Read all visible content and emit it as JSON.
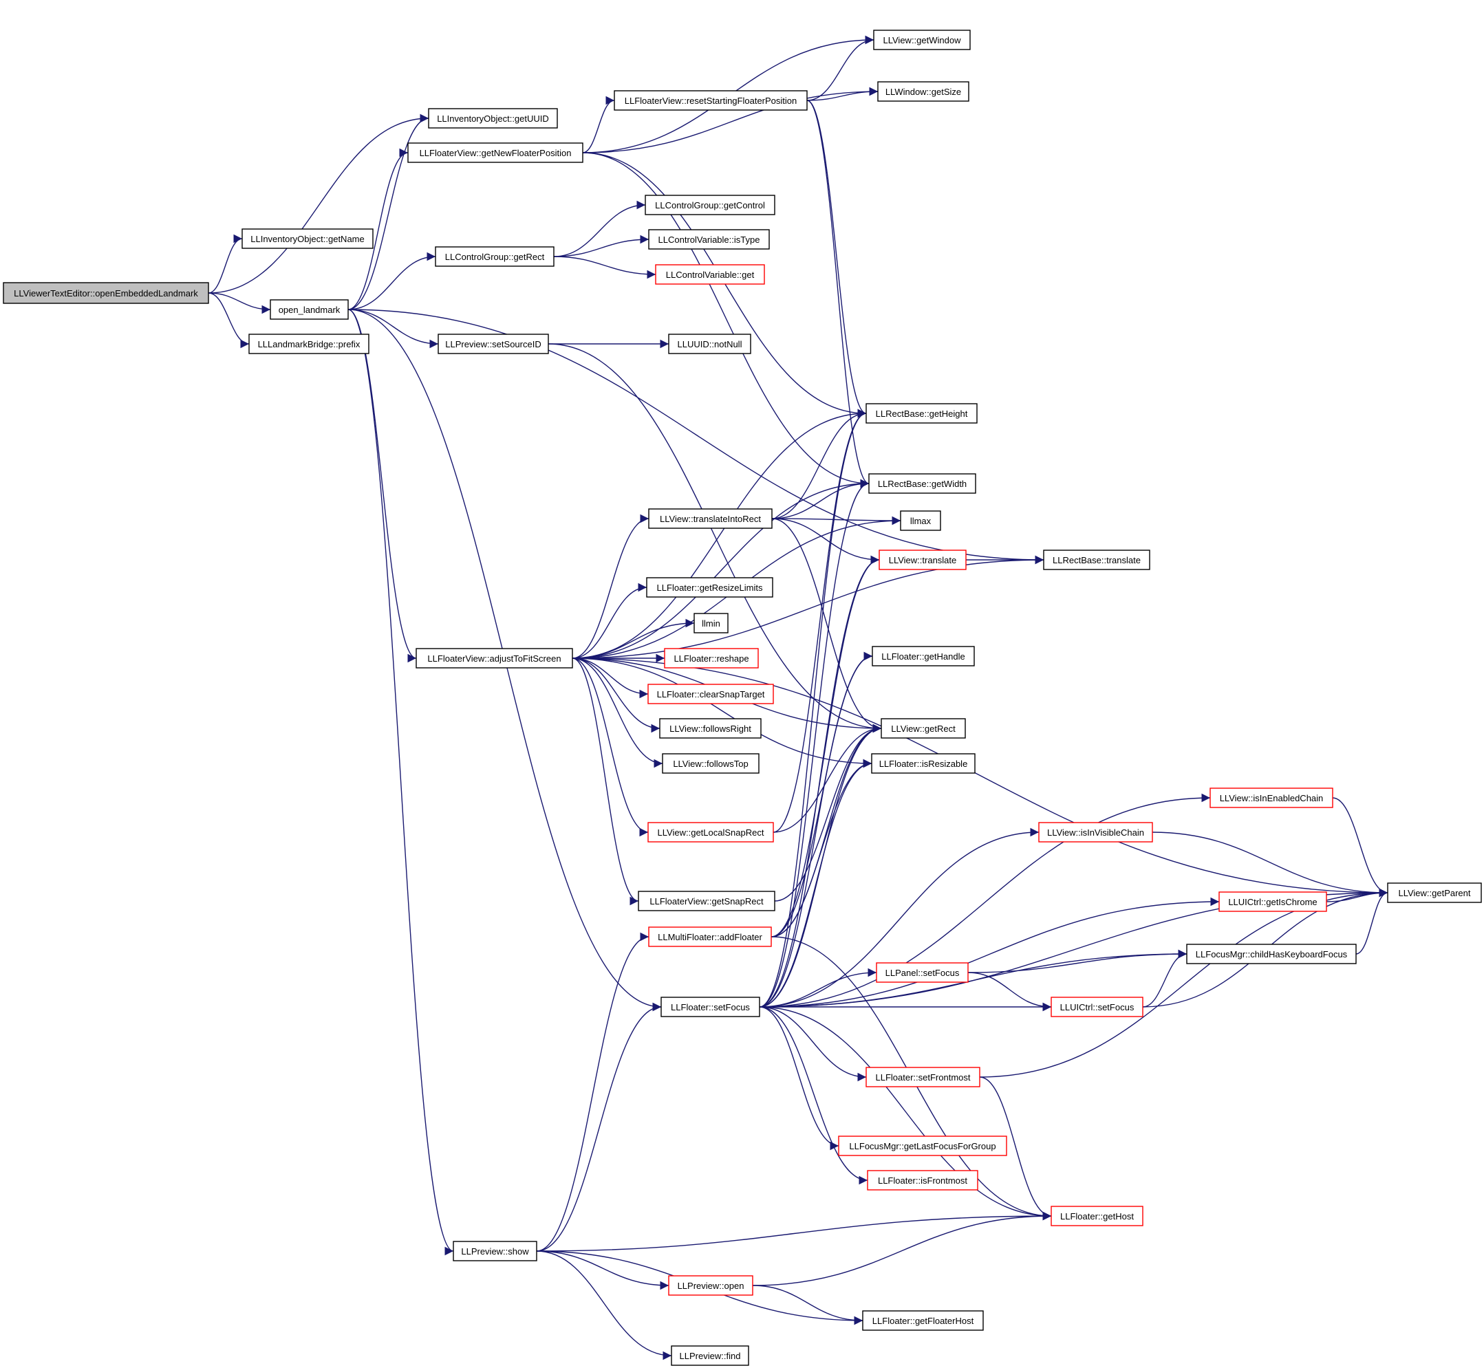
{
  "nodes": [
    {
      "id": "root",
      "label": "LLViewerTextEditor::openEmbeddedLandmark",
      "style": "root"
    },
    {
      "id": "getName",
      "label": "LLInventoryObject::getName",
      "style": "normal"
    },
    {
      "id": "getUUID",
      "label": "LLInventoryObject::getUUID",
      "style": "normal"
    },
    {
      "id": "open_landmark",
      "label": "open_landmark",
      "style": "normal"
    },
    {
      "id": "prefix",
      "label": "LLLandmarkBridge::prefix",
      "style": "normal"
    },
    {
      "id": "getNewFloaterPosition",
      "label": "LLFloaterView::getNewFloaterPosition",
      "style": "normal"
    },
    {
      "id": "getRectCG",
      "label": "LLControlGroup::getRect",
      "style": "normal"
    },
    {
      "id": "setSourceID",
      "label": "LLPreview::setSourceID",
      "style": "normal"
    },
    {
      "id": "adjustToFitScreen",
      "label": "LLFloaterView::adjustToFitScreen",
      "style": "normal"
    },
    {
      "id": "previewShow",
      "label": "LLPreview::show",
      "style": "normal"
    },
    {
      "id": "getWindow",
      "label": "LLView::getWindow",
      "style": "normal"
    },
    {
      "id": "getSize",
      "label": "LLWindow::getSize",
      "style": "normal"
    },
    {
      "id": "resetStarting",
      "label": "LLFloaterView::resetStartingFloaterPosition",
      "style": "normal"
    },
    {
      "id": "getControl",
      "label": "LLControlGroup::getControl",
      "style": "normal"
    },
    {
      "id": "isType",
      "label": "LLControlVariable::isType",
      "style": "normal"
    },
    {
      "id": "cvGet",
      "label": "LLControlVariable::get",
      "style": "red"
    },
    {
      "id": "notNull",
      "label": "LLUUID::notNull",
      "style": "normal"
    },
    {
      "id": "getHeight",
      "label": "LLRectBase::getHeight",
      "style": "normal"
    },
    {
      "id": "getWidth",
      "label": "LLRectBase::getWidth",
      "style": "normal"
    },
    {
      "id": "translateIntoRect",
      "label": "LLView::translateIntoRect",
      "style": "normal"
    },
    {
      "id": "llmax",
      "label": "llmax",
      "style": "normal"
    },
    {
      "id": "viewTranslate",
      "label": "LLView::translate",
      "style": "red"
    },
    {
      "id": "rectTranslate",
      "label": "LLRectBase::translate",
      "style": "normal"
    },
    {
      "id": "getResizeLimits",
      "label": "LLFloater::getResizeLimits",
      "style": "normal"
    },
    {
      "id": "llmin",
      "label": "llmin",
      "style": "normal"
    },
    {
      "id": "reshape",
      "label": "LLFloater::reshape",
      "style": "red"
    },
    {
      "id": "getHandle",
      "label": "LLFloater::getHandle",
      "style": "normal"
    },
    {
      "id": "clearSnapTarget",
      "label": "LLFloater::clearSnapTarget",
      "style": "red"
    },
    {
      "id": "followsRight",
      "label": "LLView::followsRight",
      "style": "normal"
    },
    {
      "id": "getRectView",
      "label": "LLView::getRect",
      "style": "normal"
    },
    {
      "id": "followsTop",
      "label": "LLView::followsTop",
      "style": "normal"
    },
    {
      "id": "isResizable",
      "label": "LLFloater::isResizable",
      "style": "normal"
    },
    {
      "id": "isInEnabledChain",
      "label": "LLView::isInEnabledChain",
      "style": "red"
    },
    {
      "id": "getLocalSnapRect",
      "label": "LLView::getLocalSnapRect",
      "style": "red"
    },
    {
      "id": "isInVisibleChain",
      "label": "LLView::isInVisibleChain",
      "style": "red"
    },
    {
      "id": "getParent",
      "label": "LLView::getParent",
      "style": "normal"
    },
    {
      "id": "getSnapRect",
      "label": "LLFloaterView::getSnapRect",
      "style": "normal"
    },
    {
      "id": "getIsChrome",
      "label": "LLUICtrl::getIsChrome",
      "style": "red"
    },
    {
      "id": "addFloater",
      "label": "LLMultiFloater::addFloater",
      "style": "red"
    },
    {
      "id": "childHasKeyboardFocus",
      "label": "LLFocusMgr::childHasKeyboardFocus",
      "style": "normal"
    },
    {
      "id": "panelSetFocus",
      "label": "LLPanel::setFocus",
      "style": "red"
    },
    {
      "id": "floaterSetFocus",
      "label": "LLFloater::setFocus",
      "style": "normal"
    },
    {
      "id": "uictrlSetFocus",
      "label": "LLUICtrl::setFocus",
      "style": "red"
    },
    {
      "id": "setFrontmost",
      "label": "LLFloater::setFrontmost",
      "style": "red"
    },
    {
      "id": "getLastFocusForGroup",
      "label": "LLFocusMgr::getLastFocusForGroup",
      "style": "red"
    },
    {
      "id": "isFrontmost",
      "label": "LLFloater::isFrontmost",
      "style": "red"
    },
    {
      "id": "getHost",
      "label": "LLFloater::getHost",
      "style": "red"
    },
    {
      "id": "previewOpen",
      "label": "LLPreview::open",
      "style": "red"
    },
    {
      "id": "getFloaterHost",
      "label": "LLFloater::getFloaterHost",
      "style": "normal"
    },
    {
      "id": "previewFind",
      "label": "LLPreview::find",
      "style": "normal"
    }
  ],
  "edges": [
    [
      "root",
      "getName"
    ],
    [
      "root",
      "getUUID"
    ],
    [
      "root",
      "open_landmark"
    ],
    [
      "root",
      "prefix"
    ],
    [
      "open_landmark",
      "getUUID"
    ],
    [
      "open_landmark",
      "getNewFloaterPosition"
    ],
    [
      "open_landmark",
      "getRectCG"
    ],
    [
      "open_landmark",
      "setSourceID"
    ],
    [
      "open_landmark",
      "adjustToFitScreen"
    ],
    [
      "open_landmark",
      "previewShow"
    ],
    [
      "open_landmark",
      "floaterSetFocus"
    ],
    [
      "open_landmark",
      "rectTranslate"
    ],
    [
      "getNewFloaterPosition",
      "getWindow"
    ],
    [
      "getNewFloaterPosition",
      "getSize"
    ],
    [
      "getNewFloaterPosition",
      "resetStarting"
    ],
    [
      "getNewFloaterPosition",
      "getHeight"
    ],
    [
      "getNewFloaterPosition",
      "getWidth"
    ],
    [
      "resetStarting",
      "getWindow"
    ],
    [
      "resetStarting",
      "getSize"
    ],
    [
      "resetStarting",
      "getHeight"
    ],
    [
      "resetStarting",
      "getWidth"
    ],
    [
      "getRectCG",
      "getControl"
    ],
    [
      "getRectCG",
      "isType"
    ],
    [
      "getRectCG",
      "cvGet"
    ],
    [
      "setSourceID",
      "notNull"
    ],
    [
      "setSourceID",
      "getRectView"
    ],
    [
      "adjustToFitScreen",
      "getParent"
    ],
    [
      "adjustToFitScreen",
      "getHeight"
    ],
    [
      "adjustToFitScreen",
      "getWidth"
    ],
    [
      "adjustToFitScreen",
      "translateIntoRect"
    ],
    [
      "adjustToFitScreen",
      "llmax"
    ],
    [
      "adjustToFitScreen",
      "getResizeLimits"
    ],
    [
      "adjustToFitScreen",
      "llmin"
    ],
    [
      "adjustToFitScreen",
      "reshape"
    ],
    [
      "adjustToFitScreen",
      "clearSnapTarget"
    ],
    [
      "adjustToFitScreen",
      "followsRight"
    ],
    [
      "adjustToFitScreen",
      "followsTop"
    ],
    [
      "adjustToFitScreen",
      "getLocalSnapRect"
    ],
    [
      "adjustToFitScreen",
      "getSnapRect"
    ],
    [
      "adjustToFitScreen",
      "getRectView"
    ],
    [
      "adjustToFitScreen",
      "isResizable"
    ],
    [
      "adjustToFitScreen",
      "rectTranslate"
    ],
    [
      "translateIntoRect",
      "getHeight"
    ],
    [
      "translateIntoRect",
      "getWidth"
    ],
    [
      "translateIntoRect",
      "llmax"
    ],
    [
      "translateIntoRect",
      "viewTranslate"
    ],
    [
      "translateIntoRect",
      "getRectView"
    ],
    [
      "viewTranslate",
      "rectTranslate"
    ],
    [
      "getLocalSnapRect",
      "getRectView"
    ],
    [
      "getLocalSnapRect",
      "getHeight"
    ],
    [
      "getSnapRect",
      "getRectView"
    ],
    [
      "addFloater",
      "getHandle"
    ],
    [
      "addFloater",
      "getRectView"
    ],
    [
      "addFloater",
      "isResizable"
    ],
    [
      "addFloater",
      "getHost"
    ],
    [
      "addFloater",
      "viewTranslate"
    ],
    [
      "floaterSetFocus",
      "getWidth"
    ],
    [
      "floaterSetFocus",
      "getHeight"
    ],
    [
      "floaterSetFocus",
      "viewTranslate"
    ],
    [
      "floaterSetFocus",
      "getHandle"
    ],
    [
      "floaterSetFocus",
      "getRectView"
    ],
    [
      "floaterSetFocus",
      "isResizable"
    ],
    [
      "floaterSetFocus",
      "isInEnabledChain"
    ],
    [
      "floaterSetFocus",
      "isInVisibleChain"
    ],
    [
      "floaterSetFocus",
      "getParent"
    ],
    [
      "floaterSetFocus",
      "getIsChrome"
    ],
    [
      "floaterSetFocus",
      "childHasKeyboardFocus"
    ],
    [
      "floaterSetFocus",
      "panelSetFocus"
    ],
    [
      "floaterSetFocus",
      "uictrlSetFocus"
    ],
    [
      "floaterSetFocus",
      "setFrontmost"
    ],
    [
      "floaterSetFocus",
      "getLastFocusForGroup"
    ],
    [
      "floaterSetFocus",
      "isFrontmost"
    ],
    [
      "floaterSetFocus",
      "getHost"
    ],
    [
      "isInEnabledChain",
      "getParent"
    ],
    [
      "isInVisibleChain",
      "getParent"
    ],
    [
      "getIsChrome",
      "getParent"
    ],
    [
      "childHasKeyboardFocus",
      "getParent"
    ],
    [
      "panelSetFocus",
      "childHasKeyboardFocus"
    ],
    [
      "panelSetFocus",
      "uictrlSetFocus"
    ],
    [
      "uictrlSetFocus",
      "childHasKeyboardFocus"
    ],
    [
      "uictrlSetFocus",
      "getParent"
    ],
    [
      "setFrontmost",
      "getParent"
    ],
    [
      "setFrontmost",
      "getHost"
    ],
    [
      "previewShow",
      "addFloater"
    ],
    [
      "previewShow",
      "floaterSetFocus"
    ],
    [
      "previewShow",
      "getHost"
    ],
    [
      "previewShow",
      "previewOpen"
    ],
    [
      "previewShow",
      "getFloaterHost"
    ],
    [
      "previewShow",
      "previewFind"
    ],
    [
      "previewOpen",
      "getHost"
    ],
    [
      "previewOpen",
      "getFloaterHost"
    ]
  ]
}
